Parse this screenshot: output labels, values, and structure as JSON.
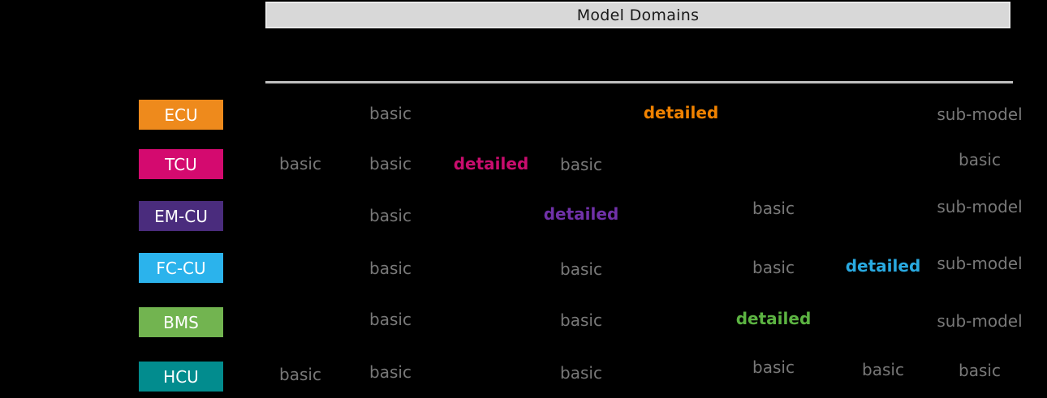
{
  "header": {
    "title": "Model Domains"
  },
  "styles": {
    "background": "#000000",
    "basic_text_color": "#787878",
    "header_bar_color": "#d8d8d8",
    "divider_color": "#bfbfbf"
  },
  "chart_data": {
    "type": "table",
    "title": "Model Domains",
    "num_columns": 8,
    "column_headers_visible": false,
    "rows": [
      {
        "label": "ECU",
        "color": "#ee8a1c",
        "detail_color": "#f08200",
        "cells": [
          {
            "col": 2,
            "value": "basic"
          },
          {
            "col": 5,
            "value": "detailed"
          },
          {
            "col": 8,
            "value": "sub-model"
          }
        ]
      },
      {
        "label": "TCU",
        "color": "#d40a6f",
        "detail_color": "#c90d6e",
        "cells": [
          {
            "col": 1,
            "value": "basic"
          },
          {
            "col": 2,
            "value": "basic"
          },
          {
            "col": 3,
            "value": "detailed"
          },
          {
            "col": 4,
            "value": "basic"
          },
          {
            "col": 8,
            "value": "basic"
          }
        ]
      },
      {
        "label": "EM-CU",
        "color": "#4a2c7d",
        "detail_color": "#7031a8",
        "cells": [
          {
            "col": 2,
            "value": "basic"
          },
          {
            "col": 4,
            "value": "detailed"
          },
          {
            "col": 6,
            "value": "basic"
          },
          {
            "col": 8,
            "value": "sub-model"
          }
        ]
      },
      {
        "label": "FC-CU",
        "color": "#2bb3ec",
        "detail_color": "#29a9e0",
        "cells": [
          {
            "col": 2,
            "value": "basic"
          },
          {
            "col": 4,
            "value": "basic"
          },
          {
            "col": 6,
            "value": "basic"
          },
          {
            "col": 7,
            "value": "detailed"
          },
          {
            "col": 8,
            "value": "sub-model"
          }
        ]
      },
      {
        "label": "BMS",
        "color": "#72b450",
        "detail_color": "#5cb342",
        "cells": [
          {
            "col": 2,
            "value": "basic"
          },
          {
            "col": 4,
            "value": "basic"
          },
          {
            "col": 6,
            "value": "detailed"
          },
          {
            "col": 8,
            "value": "sub-model"
          }
        ]
      },
      {
        "label": "HCU",
        "color": "#028c8e",
        "detail_color": "#028c8e",
        "cells": [
          {
            "col": 1,
            "value": "basic"
          },
          {
            "col": 2,
            "value": "basic"
          },
          {
            "col": 4,
            "value": "basic"
          },
          {
            "col": 6,
            "value": "basic"
          },
          {
            "col": 7,
            "value": "basic"
          },
          {
            "col": 8,
            "value": "basic"
          }
        ]
      }
    ]
  }
}
